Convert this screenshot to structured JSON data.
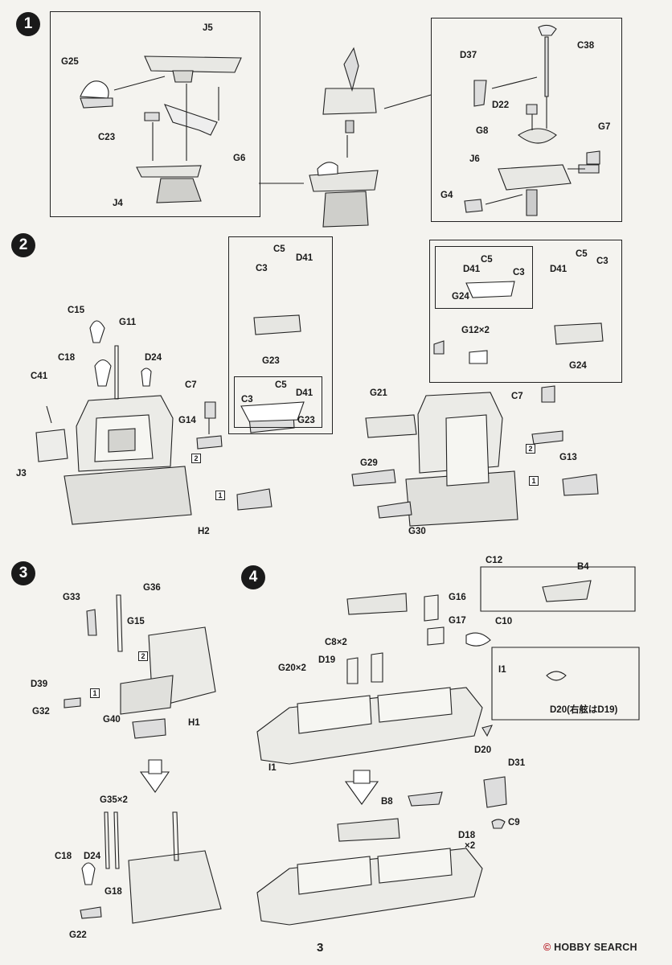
{
  "steps": {
    "s1": "1",
    "s2": "2",
    "s3": "3",
    "s4": "4"
  },
  "step1": {
    "labels": [
      "J5",
      "G25",
      "C23",
      "G6",
      "J4",
      "D37",
      "C38",
      "D22",
      "G8",
      "G7",
      "J6",
      "G4"
    ]
  },
  "step2": {
    "left": [
      "C15",
      "G11",
      "C18",
      "D24",
      "C41",
      "C7",
      "G14",
      "J3",
      "H2"
    ],
    "left_inset": [
      "C5",
      "C3",
      "D41",
      "G23"
    ],
    "left_subinset": [
      "C5",
      "C3",
      "D41",
      "G23"
    ],
    "right": [
      "G12×2",
      "G21",
      "C7",
      "G13",
      "G29",
      "G30"
    ],
    "right_inset": [
      "C5",
      "D41",
      "C3",
      "G24"
    ],
    "right_subinset": [
      "D41",
      "C5",
      "C3",
      "G24"
    ],
    "markers": [
      "1",
      "2"
    ]
  },
  "step3": {
    "labels": [
      "G36",
      "G33",
      "G15",
      "D39",
      "G32",
      "G40",
      "H1",
      "G35×2",
      "C18",
      "D24",
      "G18",
      "G22"
    ]
  },
  "step4": {
    "labels": [
      "C12",
      "B4",
      "G16",
      "G17",
      "C10",
      "C8×2",
      "G20×2",
      "D19",
      "I1",
      "D20",
      "B8",
      "D31",
      "D18",
      "×2",
      "C9"
    ],
    "inset_label": "I1",
    "inset_note": "D20(右舷はD19)"
  },
  "footer": {
    "page_number": "3",
    "watermark_brand": "HOBBY SEARCH",
    "watermark_mark": "©"
  }
}
